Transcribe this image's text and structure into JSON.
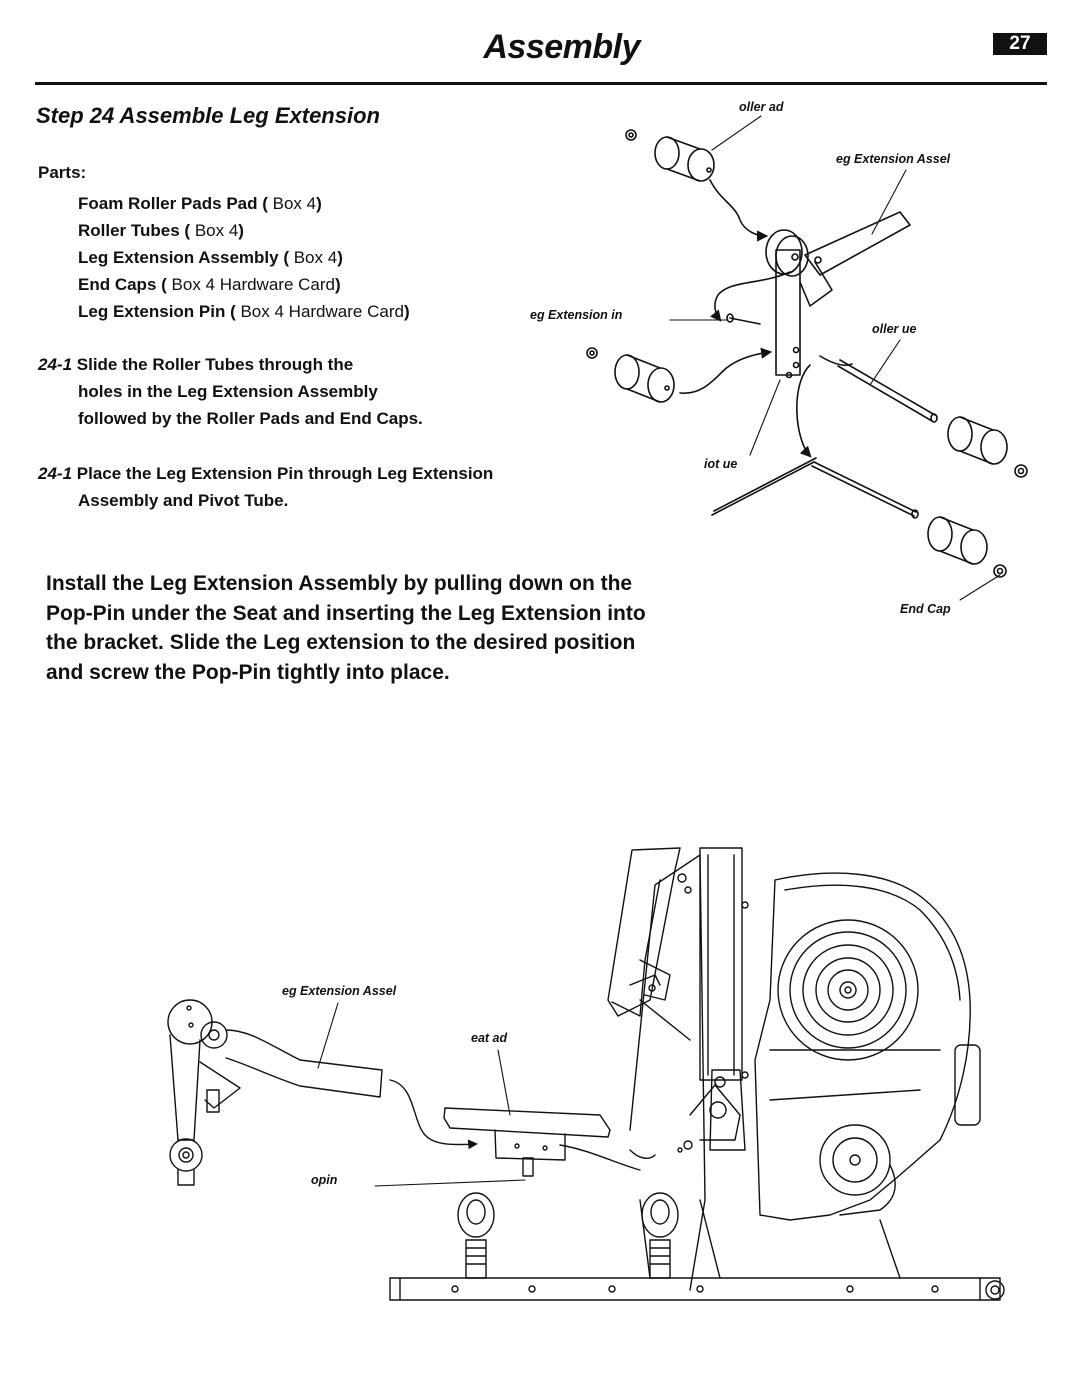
{
  "header": {
    "title": "Assembly",
    "page_number": "27"
  },
  "step": {
    "heading": "Step 24  Assemble Leg Extension"
  },
  "parts": {
    "title": "Parts:",
    "items": [
      {
        "name": "Foam Roller Pads Pad (",
        "box": " Box 4",
        "close": ")"
      },
      {
        "name": "Roller Tubes (",
        "box": " Box 4",
        "close": ")"
      },
      {
        "name": "Leg Extension Assembly (",
        "box": " Box 4",
        "close": ")"
      },
      {
        "name": "End Caps (",
        "box": "  Box 4 Hardware Card",
        "close": ")"
      },
      {
        "name": "Leg Extension Pin (",
        "box": " Box 4 Hardware Card",
        "close": ")"
      }
    ]
  },
  "instructions": [
    {
      "num": "24-1",
      "line1": " Slide the Roller Tubes through the",
      "line2": "holes in the Leg Extension Assembly",
      "line3": "followed by the Roller Pads and End Caps."
    },
    {
      "num": "24-1",
      "line1": " Place the Leg Extension Pin through Leg Extension",
      "line2": "Assembly and Pivot Tube."
    }
  ],
  "install_text": "Install the Leg Extension Assembly by pulling down on the Pop-Pin under the Seat and inserting the Leg Extension into the bracket. Slide the Leg extension to the desired position and screw the Pop-Pin tightly into place.",
  "callouts": {
    "roller_pad": "oller ad",
    "leg_ext_assembly_top": "eg Extension Assel",
    "leg_ext_pin": "eg Extension in",
    "roller_tube": "oller ue",
    "pivot_tube": "iot ue",
    "end_cap": "End Cap",
    "leg_ext_assembly_bottom": "eg Extension Assel",
    "seat_pad": "eat ad",
    "popin": "opin"
  }
}
